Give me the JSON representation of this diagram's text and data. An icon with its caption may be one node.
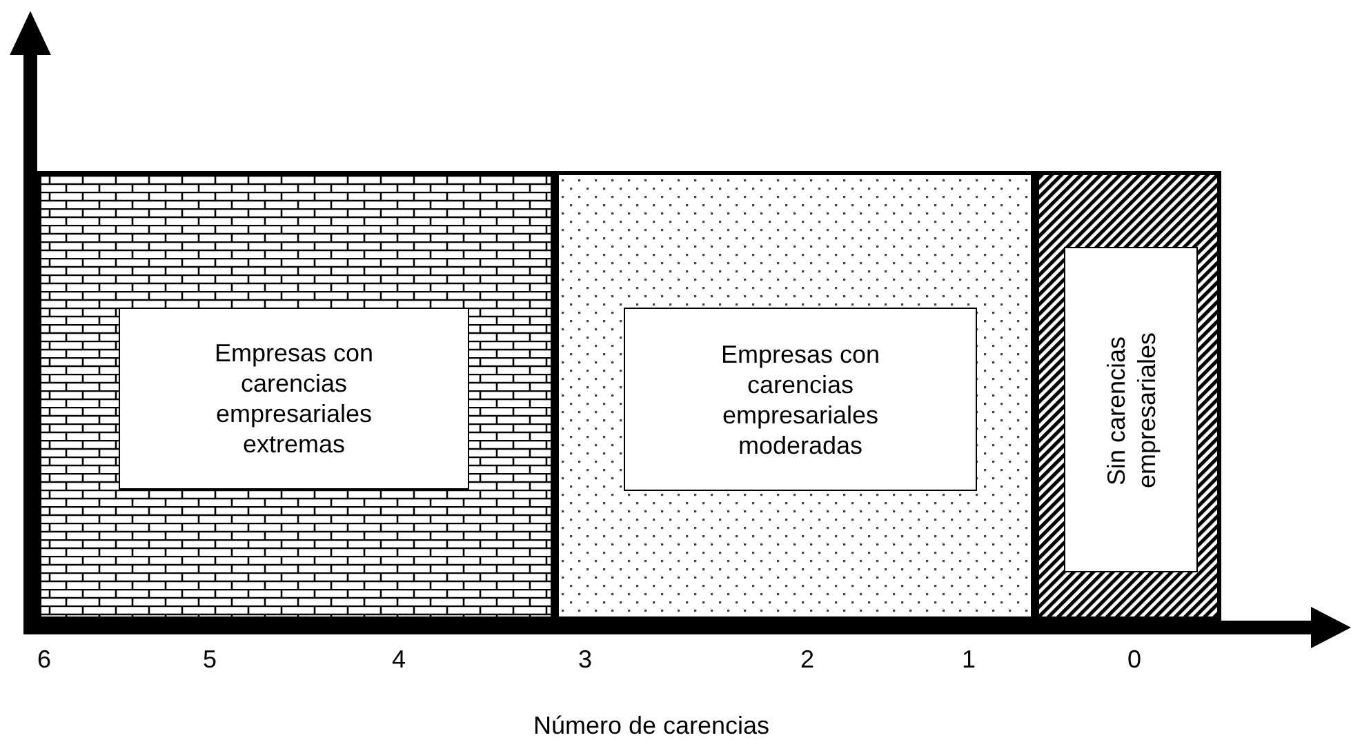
{
  "diagram": {
    "nodes": [
      {
        "text": [],
        "shape": "box"
      },
      {
        "text": [
          "Empresas con carencias empresariales extremas"
        ],
        "in": 0
      },
      {
        "text": [],
        "shape": "box"
      },
      {
        "text": [
          "Empresas con carencias empresariales moderadas"
        ],
        "in": 2
      },
      {
        "text": [],
        "shape": "box"
      },
      {
        "text": [
          "Sin carencias empresariales"
        ],
        "in": 4
      }
    ],
    "labels": [
      "6",
      "5",
      "4",
      "3",
      "2",
      "1",
      "0",
      "Número de carencias"
    ]
  }
}
